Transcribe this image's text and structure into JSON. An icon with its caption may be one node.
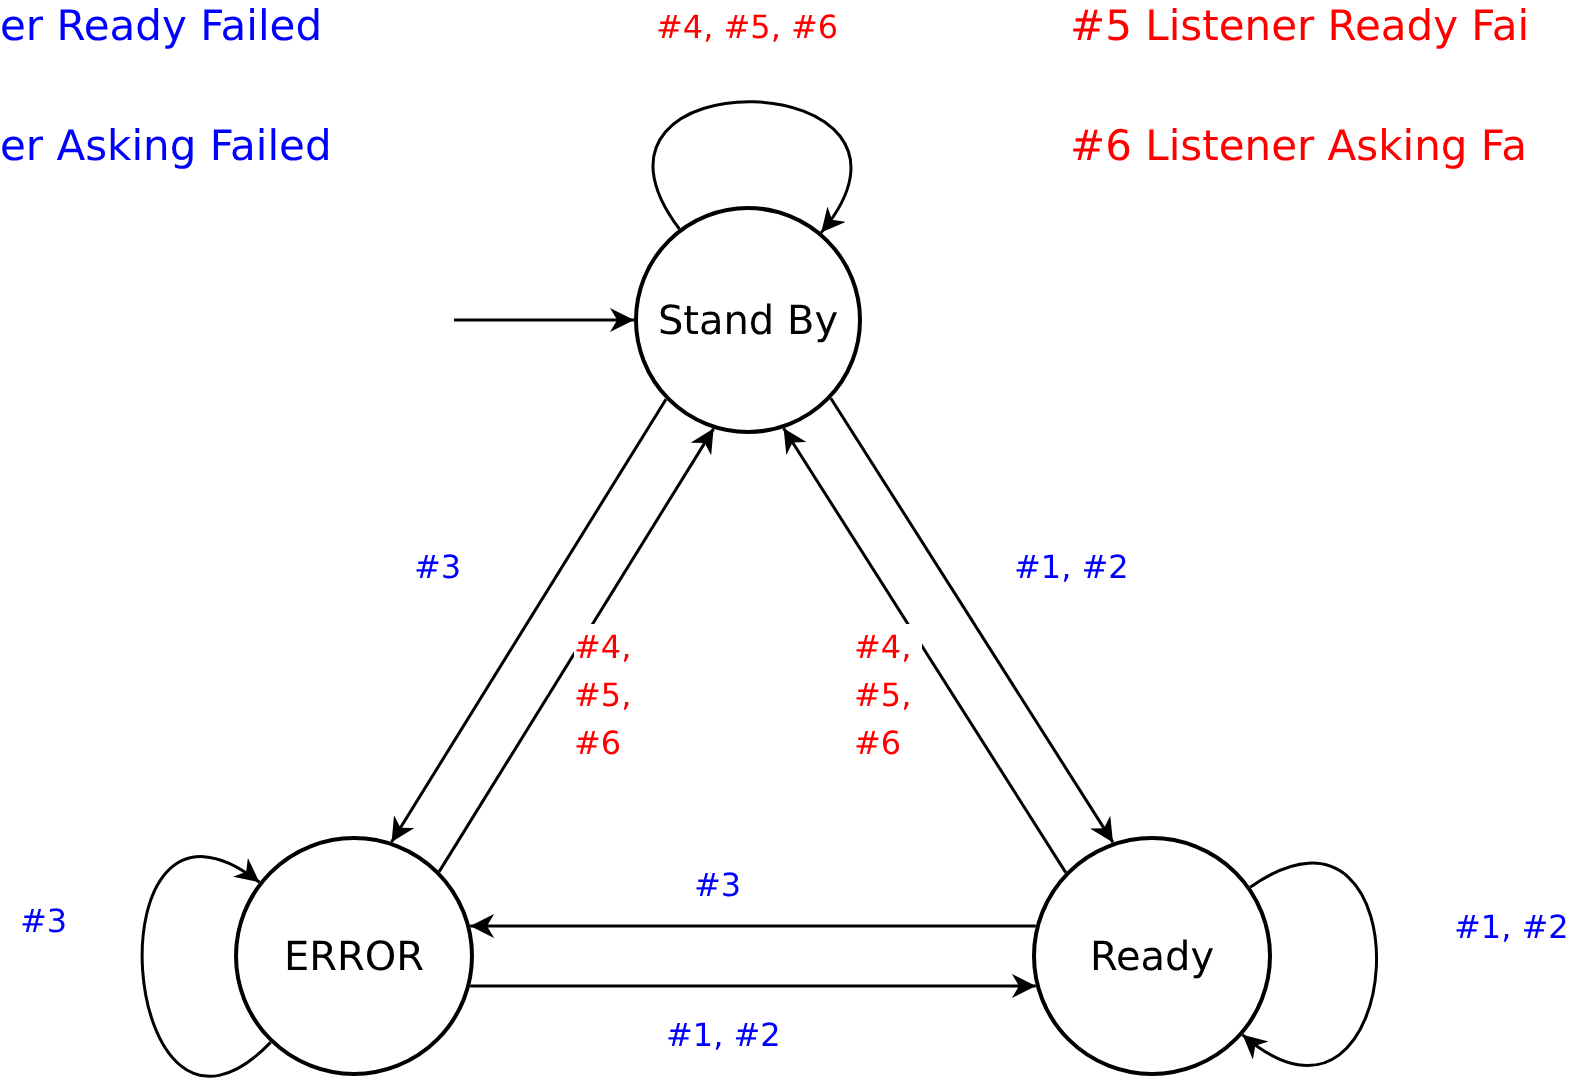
{
  "diagram": {
    "nodes": [
      {
        "text": [
          "Stand By"
        ]
      },
      {
        "text": [
          "ERROR"
        ]
      },
      {
        "text": [
          "Ready"
        ]
      }
    ],
    "edges": [
      {
        "from": null,
        "to": 0,
        "arrow": "to"
      },
      {
        "from": 0,
        "to": 0,
        "arrow": "to",
        "label": "#4, #5, #6"
      },
      {
        "from": 0,
        "to": 1,
        "arrow": "to",
        "label": "#3"
      },
      {
        "from": 1,
        "to": 0,
        "arrow": "to",
        "label": "#4, #5, #6"
      },
      {
        "from": 0,
        "to": 2,
        "arrow": "to",
        "label": "#1, #2"
      },
      {
        "from": 2,
        "to": 0,
        "arrow": "to",
        "label": "#4, #5, #6"
      },
      {
        "from": 2,
        "to": 1,
        "arrow": "to",
        "label": "#3"
      },
      {
        "from": 1,
        "to": 2,
        "arrow": "to",
        "label": "#1, #2"
      },
      {
        "from": 1,
        "to": 1,
        "arrow": "to",
        "label": "#3"
      },
      {
        "from": 2,
        "to": 2,
        "arrow": "to",
        "label": "#1, #2"
      }
    ],
    "labels": [
      "er Ready Failed",
      "#5 Listener Ready Fai",
      "er Asking Failed",
      "#6 Listener Asking Fa"
    ]
  }
}
